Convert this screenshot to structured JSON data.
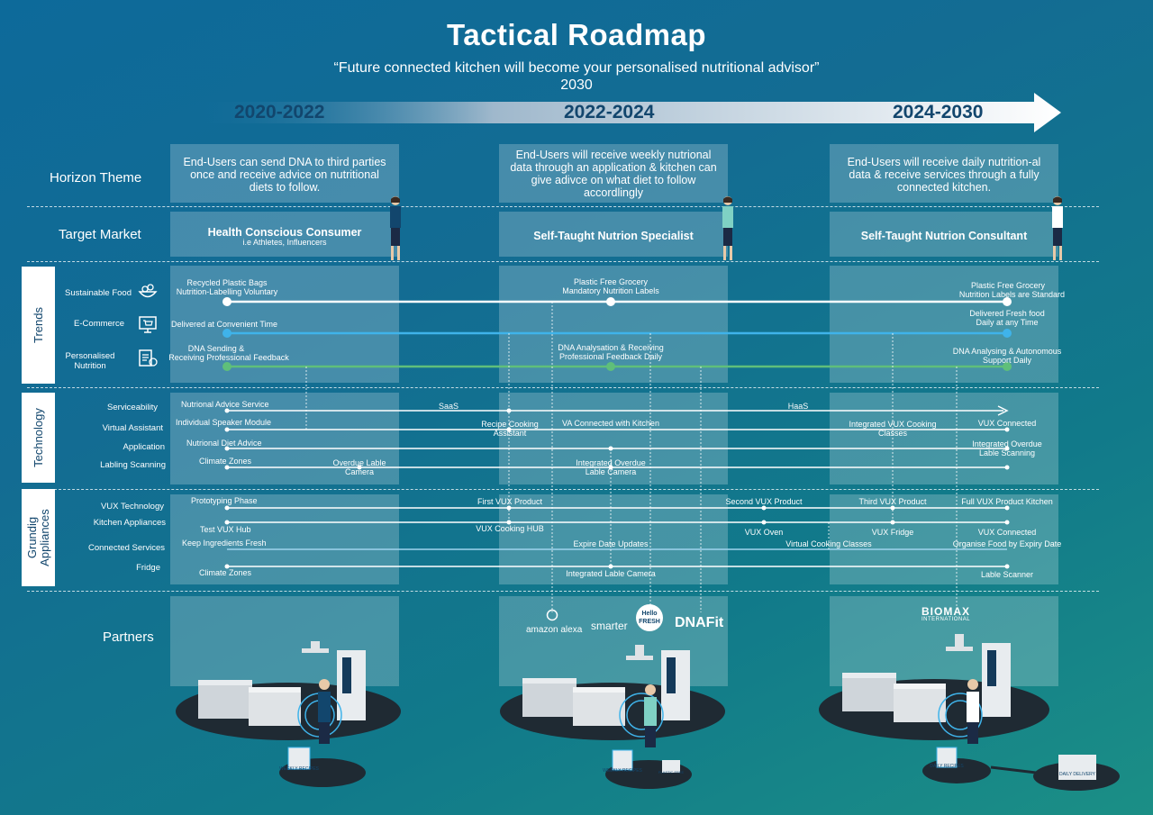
{
  "title": "Tactical Roadmap",
  "subtitle": "“Future connected kitchen will become your personalised nutritional advisor”",
  "year": "2030",
  "periods": [
    "2020-2022",
    "2022-2024",
    "2024-2030"
  ],
  "rows": {
    "horizon": "Horizon Theme",
    "target": "Target Market",
    "partners": "Partners"
  },
  "groups": {
    "trends": "Trends",
    "technology": "Technology",
    "grundig": "Grundig Appliances"
  },
  "horizon_texts": [
    "End-Users can send DNA to third parties once and receive advice on nutritional diets to follow.",
    "End-Users will receive weekly nutrional data through an application & kitchen can give adivce on what diet to follow accordlingly",
    "End-Users will receive daily nutrition-al data & receive services through a fully connected kitchen."
  ],
  "target_markets": [
    {
      "name": "Health Conscious Consumer",
      "sub": "i.e Athletes, Influencers"
    },
    {
      "name": "Self-Taught Nutrion Specialist",
      "sub": ""
    },
    {
      "name": "Self-Taught Nutrion Consultant",
      "sub": ""
    }
  ],
  "sublabels": {
    "sustainable": "Sustainable Food",
    "ecommerce": "E-Commerce",
    "personalised": "Personalised Nutrition",
    "serviceability": "Serviceability",
    "virtual_assistant": "Virtual Assistant",
    "application": "Application",
    "labling": "Labling Scanning",
    "vux": "VUX Technology",
    "kitchen": "Kitchen Appliances",
    "connected": "Connected Services",
    "fridge": "Fridge"
  },
  "line_labels": {
    "t1": "Recycled Plastic Bags",
    "t2": "Nutrition-Labelling Voluntary",
    "t3": "Plastic Free Grocery",
    "t4": "Mandatory Nutrition Labels",
    "t5": "Plastic Free Grocery",
    "t6": "Nutrition Labels  are Standard",
    "t7": "Delivered at Convenient Time",
    "t8": "Delivered Fresh food",
    "t9": "Daily at any Time",
    "t10": "DNA Sending &",
    "t11": "Receiving Professional Feedback",
    "t12": "DNA Analysation & Receiving",
    "t13": "Professional Feedback Daily",
    "t14": "DNA Analysing & Autonomous",
    "t15": "Support Daily",
    "k1": "Nutrional Advice Service",
    "k2": "SaaS",
    "k3": "HaaS",
    "k4": "Individual Speaker Module",
    "k5": "Recipe Cooking",
    "k6": "Assistant",
    "k7": "VA Connected with Kitchen",
    "k8": "Integrated  VUX Cooking",
    "k9": "Classes",
    "k10": "VUX Connected",
    "k11": "Nutrional Diet Advice",
    "k12": "Integrated Overdue",
    "k13": "Lable Scanning",
    "k14": "Climate Zones",
    "k15": "Overdue Lable",
    "k16": "Camera",
    "k17": "Integrated Overdue",
    "k18": "Lable Camera",
    "g1": "Prototyping Phase",
    "g2": "First VUX Product",
    "g3": "Second VUX Product",
    "g4": "Third VUX Product",
    "g5": "Full  VUX Product Kitchen",
    "g6": "Test VUX Hub",
    "g7": "VUX Cooking HUB",
    "g8": "VUX Oven",
    "g9": "VUX  Fridge",
    "g10": "VUX Connected",
    "g11": "Keep Ingredients Fresh",
    "g12": "Expire Date Updates",
    "g13": "Virtual Cooking Classes",
    "g14": "Organise Food by Expiry Date",
    "g15": "Climate Zones",
    "g16": "Integrated Lable Camera",
    "g17": "Lable Scanner"
  },
  "partners": {
    "p1": "amazon alexa",
    "p2": "smarter",
    "p3": "Hello FRESH",
    "p4": "DNAFit",
    "p5": "BIOMAX",
    "p6": "INTERNATIONAL"
  },
  "badges": {
    "weekly": "WEEKLY RECIPES",
    "daily": "DAILY RECIPES",
    "plastic": "PLASTIC FREE",
    "daily_delivery": "DAILY DELIVERY"
  },
  "colors": {
    "arrow_start": "#0d6a9a",
    "arrow_end": "#ffffff",
    "period_text": "#12466d",
    "line_white": "#ffffff",
    "line_blue": "#3fb3ea",
    "line_green": "#5fbf7a"
  }
}
